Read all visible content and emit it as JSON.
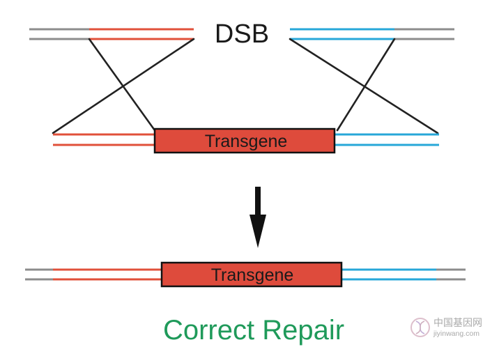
{
  "labels": {
    "dsb": "DSB",
    "transgene_top": "Transgene",
    "transgene_bottom": "Transgene",
    "caption": "Correct Repair"
  },
  "watermark": {
    "site_name": "中国基因网",
    "url": "jiyinwang.com"
  },
  "colors": {
    "left_arm": "#e0503a",
    "right_arm": "#27a7d8",
    "genomic_flank": "#8c8c8c",
    "transgene_fill": "#de4b3c",
    "crossover_line": "#222222",
    "arrow": "#111111",
    "caption": "#1f9a5a",
    "watermark": "#9a9a9a"
  },
  "icons": {
    "arrow": "down-arrow-icon",
    "watermark_logo": "dna-logo-icon"
  }
}
